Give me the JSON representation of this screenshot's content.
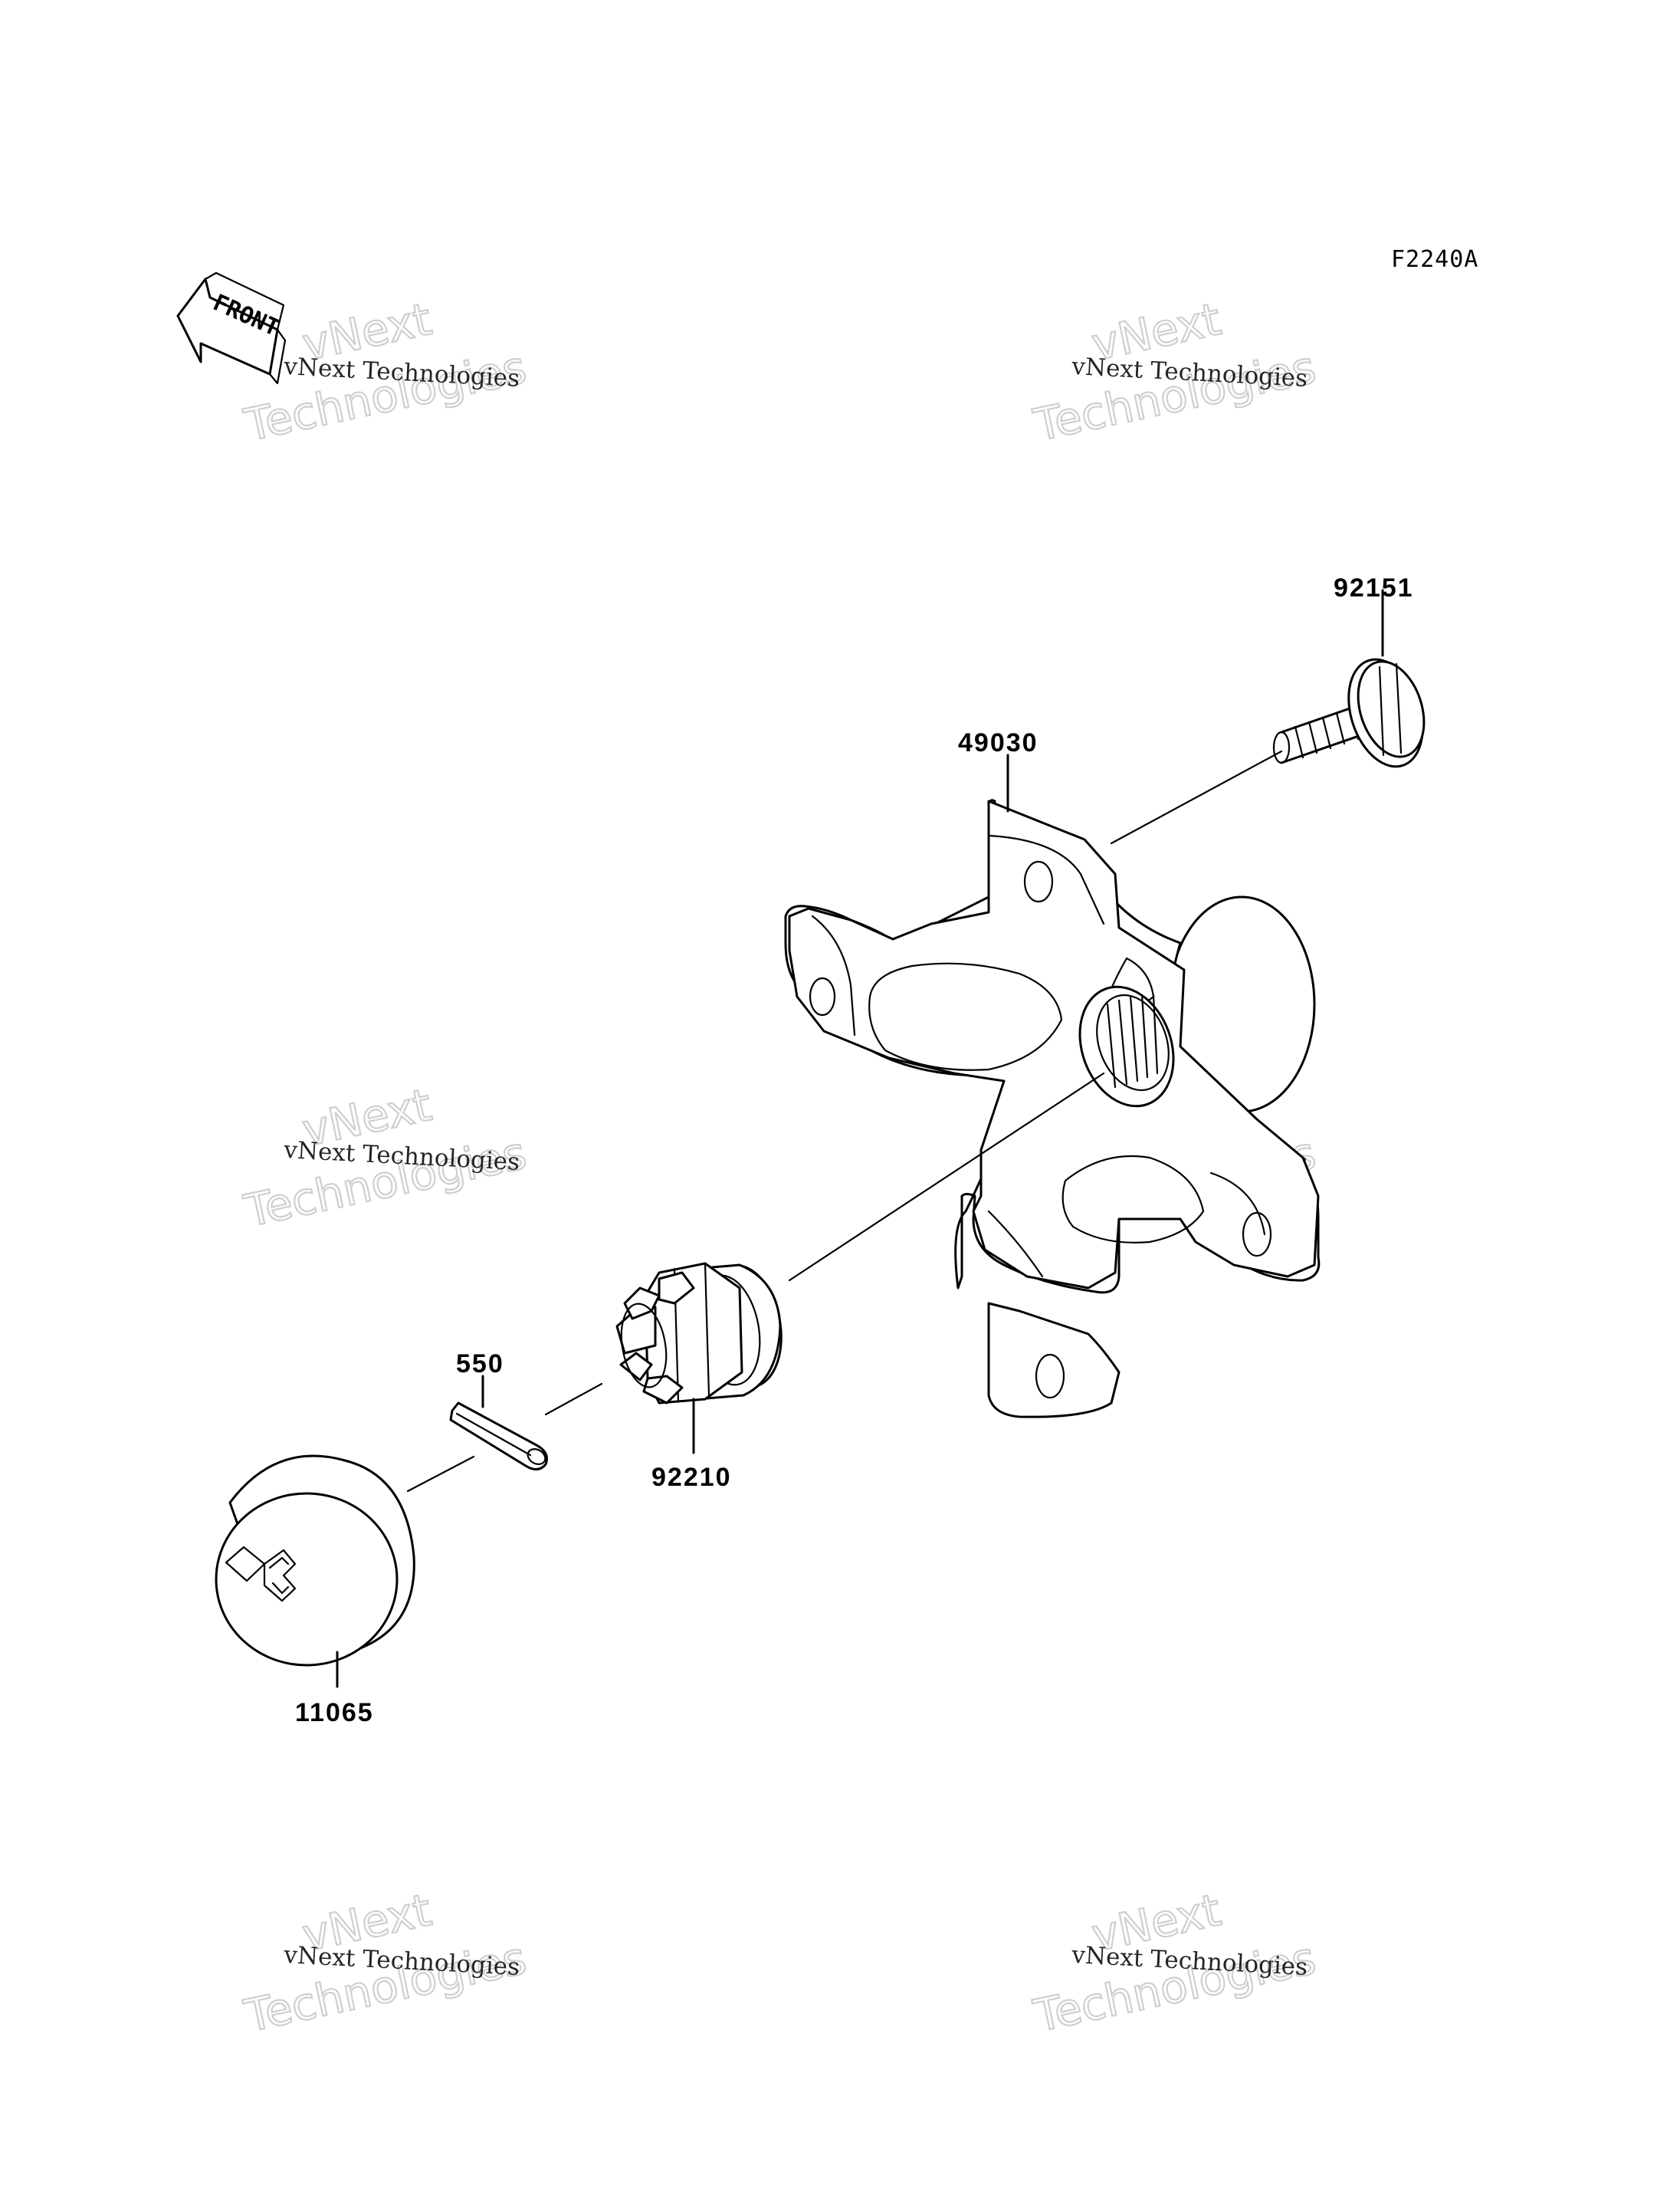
{
  "diagram_code": "F2240A",
  "front_label": "FRONT",
  "watermark": {
    "line_small": "vNext Technologies",
    "line_big_top": "vNext",
    "line_big_bottom": "Technologies"
  },
  "parts": {
    "stud": "92151",
    "hub": "49030",
    "cotter_pin": "550",
    "castle_nut": "92210",
    "hub_cap": "11065"
  }
}
